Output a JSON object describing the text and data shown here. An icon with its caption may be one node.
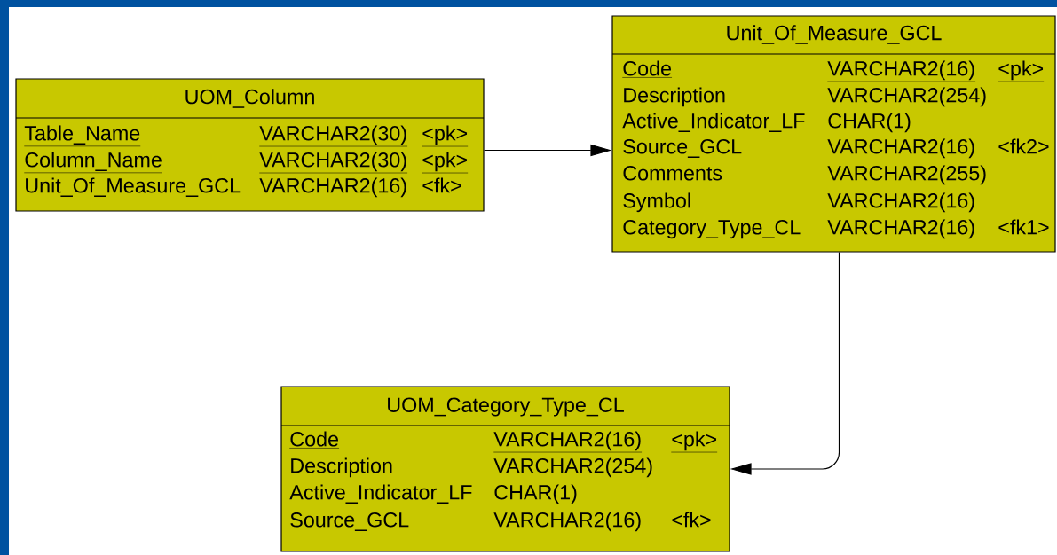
{
  "diagram": {
    "nodes": [
      {
        "text": [
          "UOM_Column",
          "Table_Name",
          "VARCHAR2(30)",
          "<pk>",
          "Column_Name",
          "VARCHAR2(30)",
          "<pk>",
          "Unit_Of_Measure_GCL",
          "VARCHAR2(16)",
          "<fk>"
        ]
      },
      {
        "text": [
          "Unit_Of_Measure_GCL",
          "Code",
          "VARCHAR2(16)",
          "<pk>",
          "Description",
          "VARCHAR2(254)",
          "Active_Indicator_LF",
          "CHAR(1)",
          "Source_GCL",
          "VARCHAR2(16)",
          "<fk2>",
          "Comments",
          "VARCHAR2(255)",
          "Symbol",
          "VARCHAR2(16)",
          "Category_Type_CL",
          "VARCHAR2(16)",
          "<fk1>"
        ]
      },
      {
        "text": [
          "UOM_Category_Type_CL",
          "Code",
          "VARCHAR2(16)",
          "<pk>",
          "Description",
          "VARCHAR2(254)",
          "Active_Indicator_LF",
          "CHAR(1)",
          "Source_GCL",
          "VARCHAR2(16)",
          "<fk>"
        ]
      }
    ],
    "edges": [
      {
        "from": 0,
        "to": 1,
        "arrow": "to"
      },
      {
        "from": 1,
        "to": 2,
        "arrow": "to"
      }
    ]
  }
}
